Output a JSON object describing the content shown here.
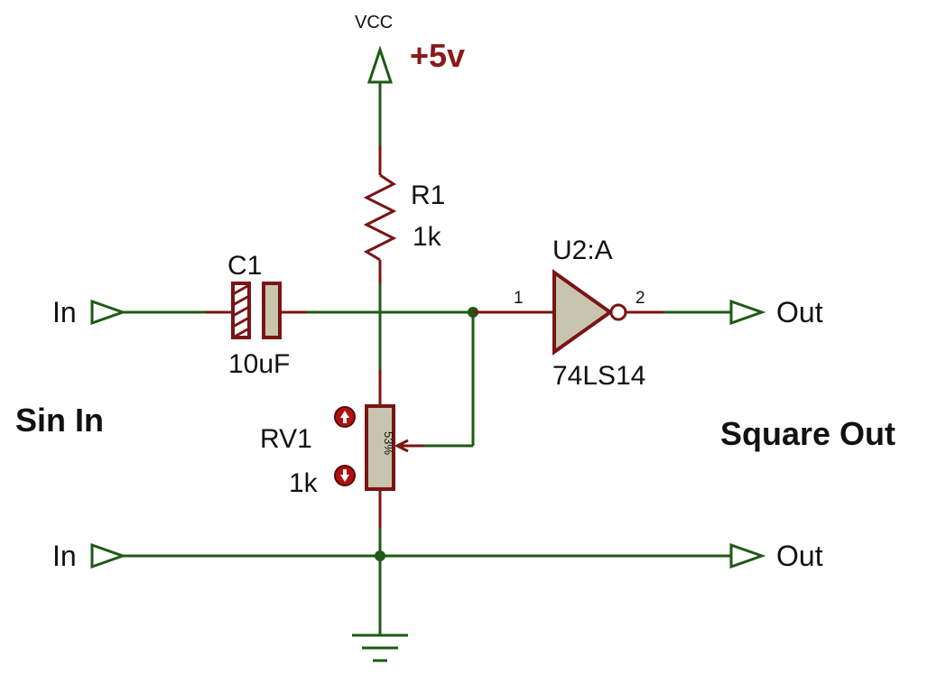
{
  "supply": {
    "net": "VCC",
    "value": "+5v"
  },
  "input_terminal_top": "In",
  "input_terminal_bottom": "In",
  "output_terminal_top": "Out",
  "output_terminal_bottom": "Out",
  "left_caption": "Sin In",
  "right_caption": "Square Out",
  "r1": {
    "ref": "R1",
    "value": "1k"
  },
  "c1": {
    "ref": "C1",
    "value": "10uF"
  },
  "rv1": {
    "ref": "RV1",
    "value": "1k",
    "wiper": "53%"
  },
  "u2": {
    "ref": "U2:A",
    "part": "74LS14",
    "pin_in": "1",
    "pin_out": "2"
  },
  "colors": {
    "wire": "#1e5a14",
    "component": "#7a1414",
    "body_fill": "#c9c4ae",
    "supply_text": "#8a1a1a"
  },
  "icons": [
    "vcc-power-arrow",
    "ground-symbol",
    "increment-arrow-icon",
    "decrement-arrow-icon",
    "junction-dot"
  ]
}
